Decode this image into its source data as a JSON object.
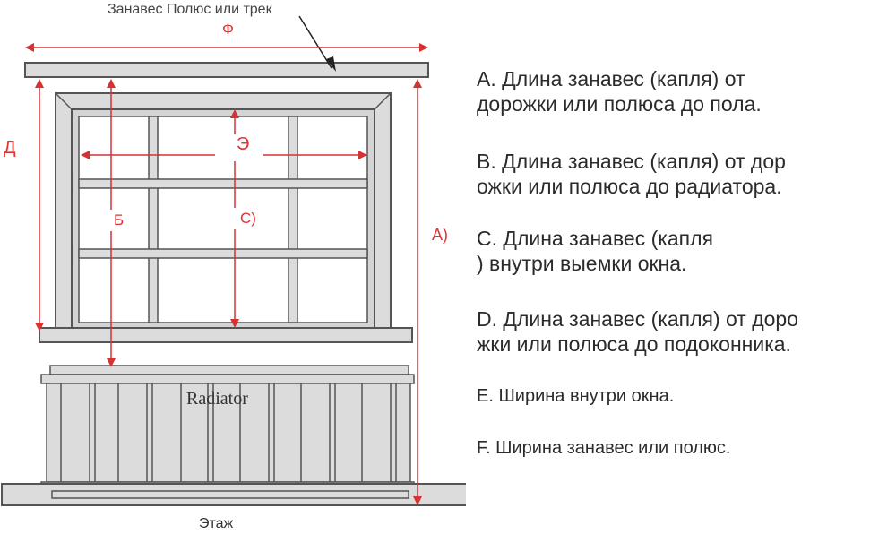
{
  "diagram": {
    "top_caption": "Занавес Полюс или трек",
    "floor_caption": "Этаж",
    "radiator_label": "Radiator",
    "measure_labels": {
      "f": "Ф",
      "d": "Д",
      "e": "Э",
      "b": "Б",
      "c": "C)",
      "a": "A)"
    }
  },
  "legend": [
    {
      "line1": "A. Длина занавес (капля) от",
      "line2": "дорожки или полюса до пола."
    },
    {
      "line1": "B. Длина занавес (капля) от дор",
      "line2": "ожки или полюса до радиатора."
    },
    {
      "line1": "C. Длина занавес (капля",
      "line2": ") внутри выемки окна."
    },
    {
      "line1": "D. Длина занавес (капля) от доро",
      "line2": "жки или полюса до подоконника."
    },
    {
      "line1": "E. Ширина внутри окна.",
      "line2": ""
    },
    {
      "line1": "F. Ширина занавес или полюс.",
      "line2": ""
    }
  ],
  "colors": {
    "measure": "#d33333",
    "frame_fill": "#dcdcdc",
    "frame_stroke": "#555555",
    "text": "#2b2b2b"
  }
}
